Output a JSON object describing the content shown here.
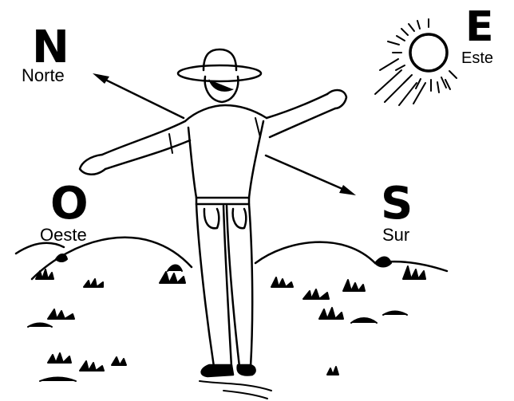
{
  "compass": {
    "north": {
      "letter": "N",
      "word": "Norte"
    },
    "east": {
      "letter": "E",
      "word": "Este"
    },
    "west": {
      "letter": "O",
      "word": "Oeste"
    },
    "south": {
      "letter": "S",
      "word": "Sur"
    }
  },
  "colors": {
    "ink": "#000000",
    "paper": "#ffffff"
  },
  "icons": [
    "sun-icon",
    "arrow-north-icon",
    "arrow-south-icon"
  ]
}
